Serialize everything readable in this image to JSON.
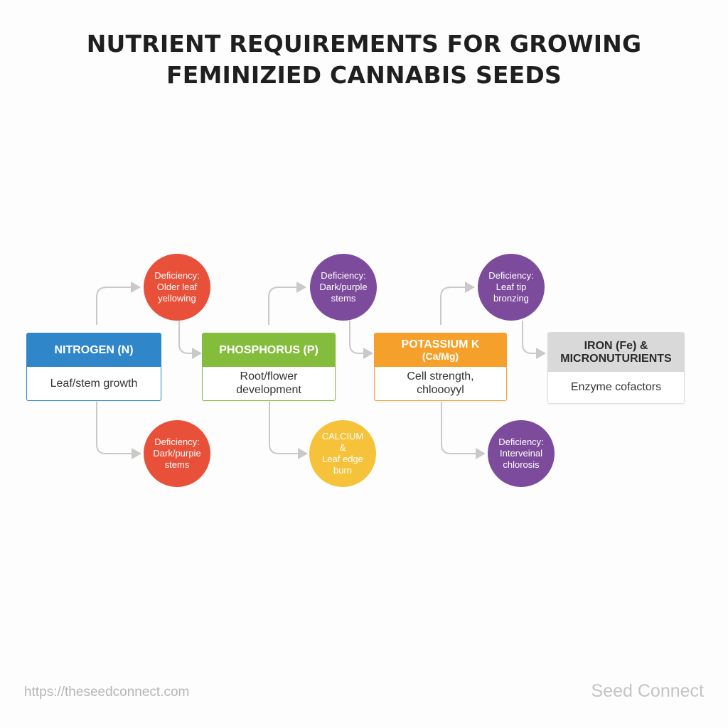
{
  "header": {
    "title_line1": "NUTRIENT REQUIREMENTS FOR GROWING",
    "title_line2": "FEMINIZIED CANNABIS SEEDS"
  },
  "colors": {
    "nitrogen": "#2f86c8",
    "phosphorus": "#84bd3c",
    "potassium": "#f4a02a",
    "iron": "#d9d9d9",
    "red": "#e8503a",
    "purple": "#7d4b9c",
    "yellow": "#f5c23a",
    "connector": "#c9c9c9"
  },
  "nutrients": [
    {
      "name": "NITROGEN (N)",
      "role": "Leaf/stem growth"
    },
    {
      "name": "PHOSPHORUS (P)",
      "role": "Root/flower development"
    },
    {
      "name": "POTASSIUM K",
      "sub": "(Ca/Mg)",
      "role": "Cell strength, chloooyyl"
    },
    {
      "name": "IRON (Fe) & MICRONUTURIENTS",
      "role": "Enzyme cofactors"
    }
  ],
  "deficiencies": {
    "n_top": "Deficiency:\nOlder leaf\nyellowing",
    "n_bottom": "Deficiency:\nDark/purpie\nstems",
    "p_top": "Deficiency:\nDark/purple\nstems",
    "p_bottom": "CALCIUM\n&\nLeaf edge\nburn",
    "k_top": "Deficiency:\nLeaf tip\nbronzing",
    "k_bottom": "Deficiency:\nInterveinal\nchlorosis"
  },
  "footer": {
    "url": "https://theseedconnect.com",
    "brand": "Seed Connect"
  }
}
